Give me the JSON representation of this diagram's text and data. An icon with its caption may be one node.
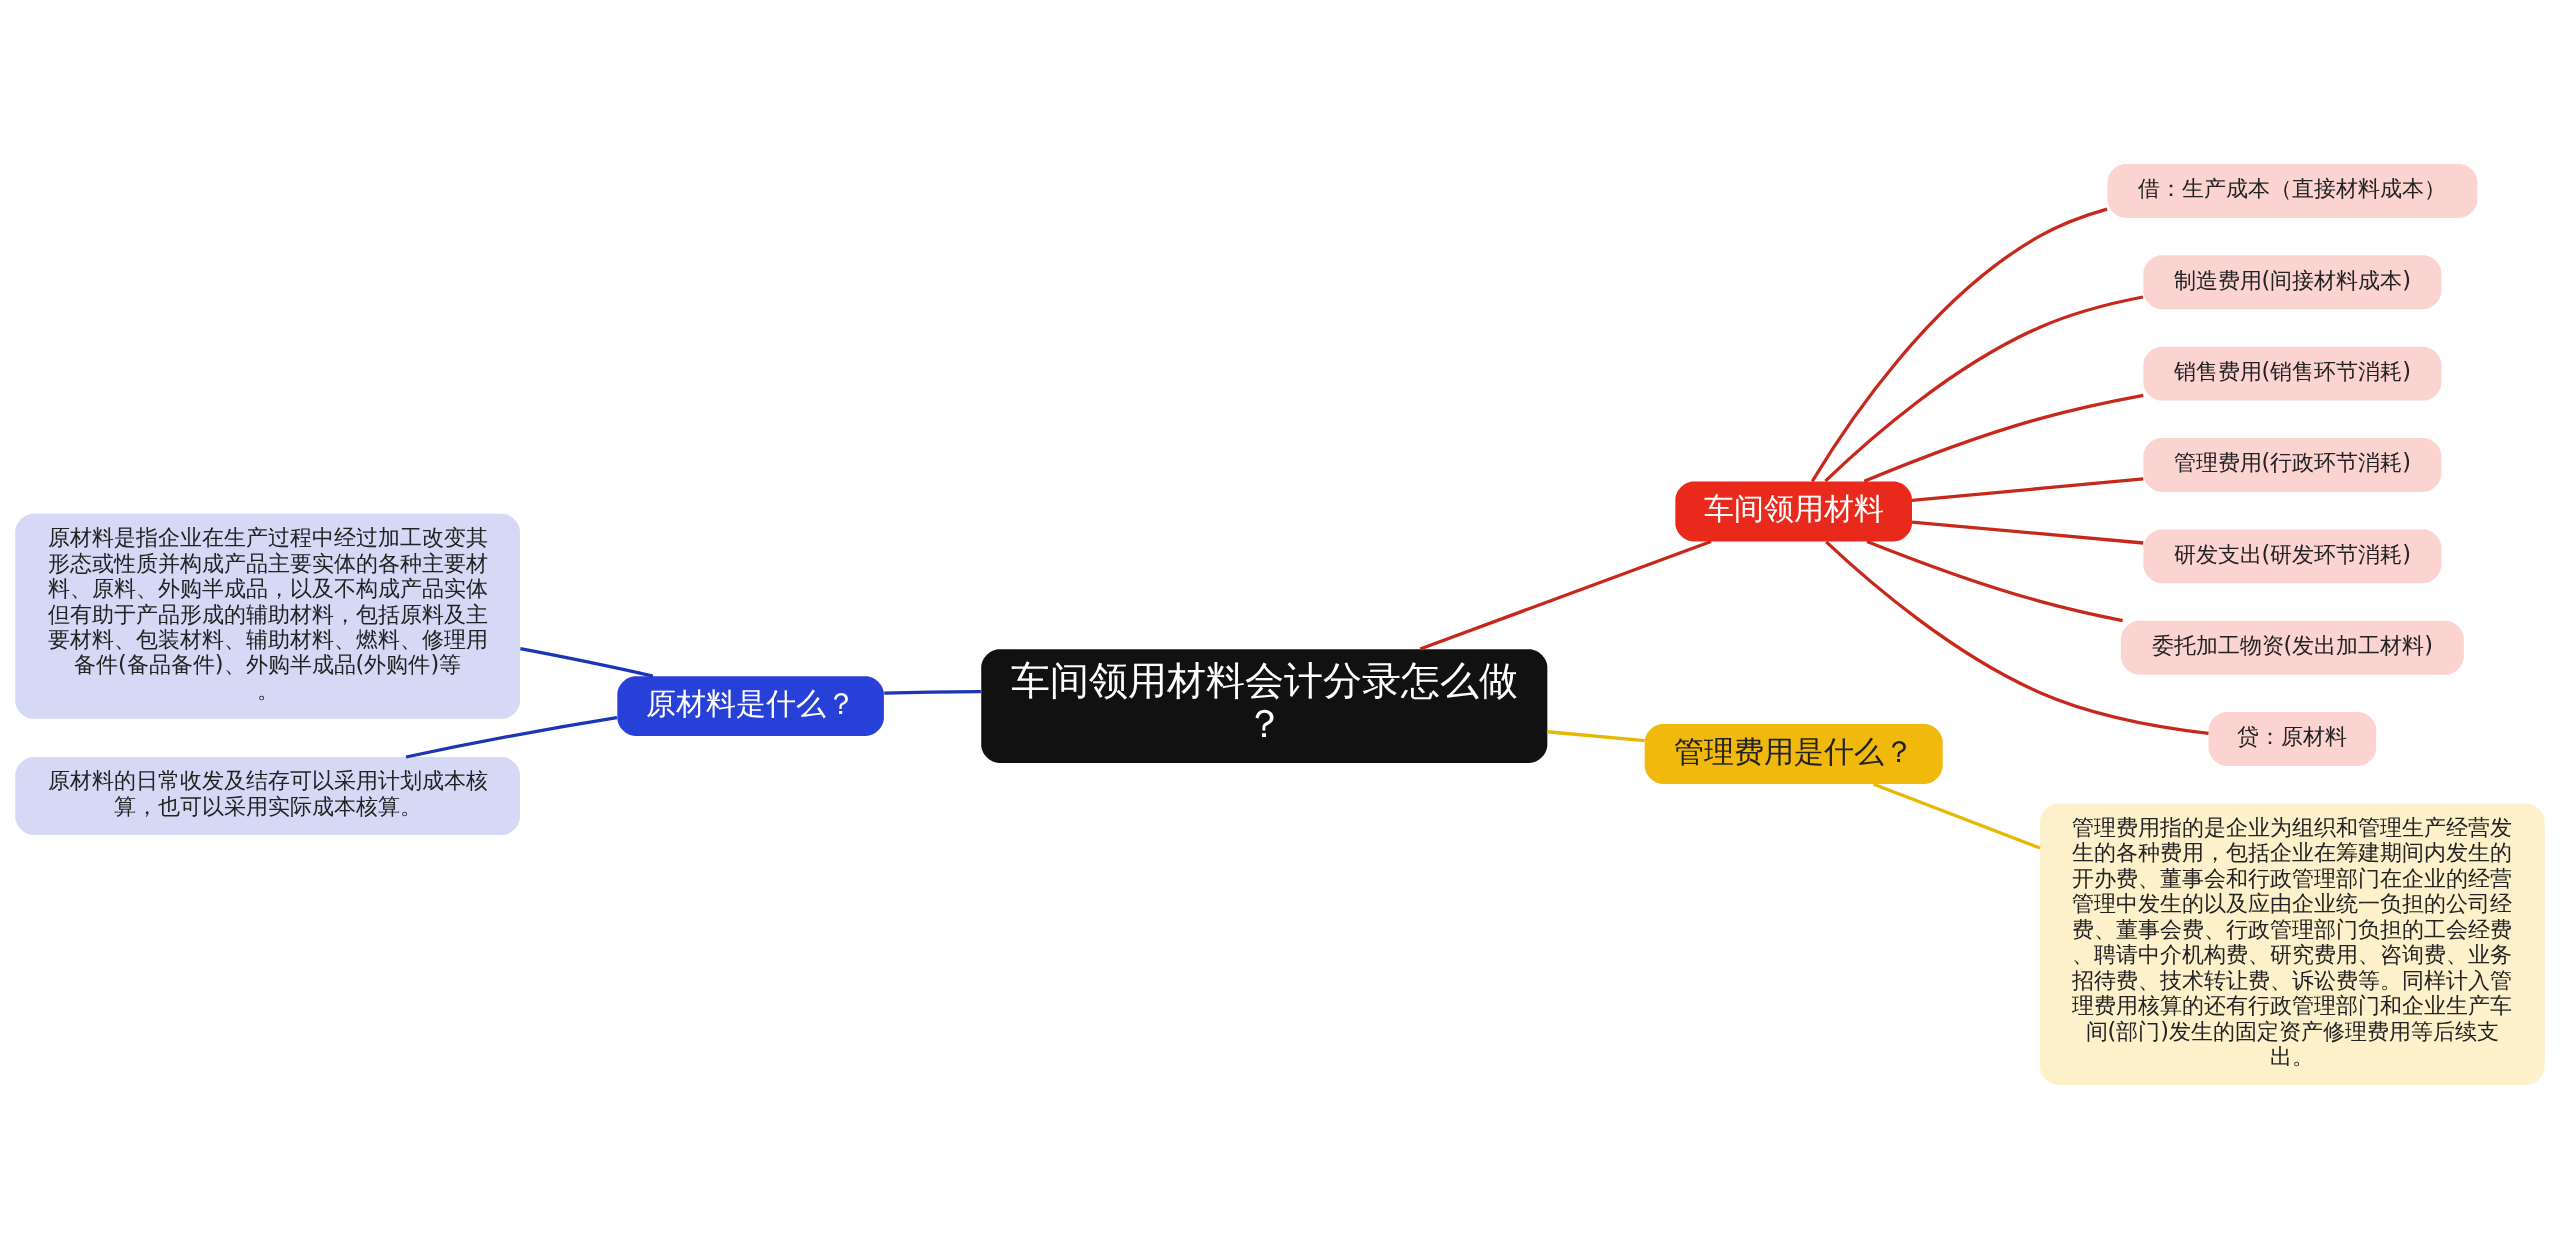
{
  "diagram": {
    "nodes": [
      {
        "text": [
          "车间领用材料会计分录怎么做？"
        ]
      },
      {
        "text": [
          "原材料是什么？"
        ]
      },
      {
        "text": [
          "原材料是指企业在生产过程中经过加工改变其形态或性质并构成产品主要实体的各种主要材料、原料、外购半成品，以及不构成产品实体但有助于产品形成的辅助材料，包括原料及主要材料、包装材料、辅助材料、燃料、修理用备件(备品备件)、外购半成品(外购件)等。"
        ]
      },
      {
        "text": [
          "原材料的日常收发及结存可以采用计划成本核算，也可以采用实际成本核算。"
        ]
      },
      {
        "text": [
          "车间领用材料"
        ]
      },
      {
        "text": [
          "借：生产成本（直接材料成本）"
        ]
      },
      {
        "text": [
          "制造费用(间接材料成本)"
        ]
      },
      {
        "text": [
          "销售费用(销售环节消耗)"
        ]
      },
      {
        "text": [
          "管理费用(行政环节消耗)"
        ]
      },
      {
        "text": [
          "研发支出(研发环节消耗)"
        ]
      },
      {
        "text": [
          "委托加工物资(发出加工材料)"
        ]
      },
      {
        "text": [
          "贷：原材料"
        ]
      },
      {
        "text": [
          "管理费用是什么？"
        ]
      },
      {
        "text": [
          "管理费用指的是企业为组织和管理生产经营发生的各种费用，包括企业在筹建期间内发生的开办费、董事会和行政管理部门在企业的经营管理中发生的以及应由企业统一负担的公司经费、董事会费、行政管理部门负担的工会经费、聘请中介机构费、研究费用、咨询费、业务招待费、技术转让费、诉讼费等。同样计入管理费用核算的还有行政管理部门和企业生产车间(部门)发生的固定资产修理费用等后续支出。"
        ]
      }
    ],
    "edges": [
      {
        "from": 0,
        "to": 1,
        "arrow": "none",
        "color": "#1b35b5"
      },
      {
        "from": 1,
        "to": 2,
        "arrow": "none",
        "color": "#1b35b5"
      },
      {
        "from": 1,
        "to": 3,
        "arrow": "none",
        "color": "#1b35b5"
      },
      {
        "from": 0,
        "to": 4,
        "arrow": "none"
      },
      {
        "from": 4,
        "to": 5,
        "arrow": "none"
      },
      {
        "from": 4,
        "to": 6,
        "arrow": "none"
      },
      {
        "from": 4,
        "to": 7,
        "arrow": "none"
      },
      {
        "from": 4,
        "to": 8,
        "arrow": "none"
      },
      {
        "from": 4,
        "to": 9,
        "arrow": "none"
      },
      {
        "from": 4,
        "to": 10,
        "arrow": "none"
      },
      {
        "from": 4,
        "to": 11,
        "arrow": "none"
      },
      {
        "from": 0,
        "to": 12,
        "arrow": "none",
        "color": "#e6b800"
      },
      {
        "from": 12,
        "to": 13,
        "arrow": "none",
        "color": "#e6b800"
      }
    ]
  }
}
